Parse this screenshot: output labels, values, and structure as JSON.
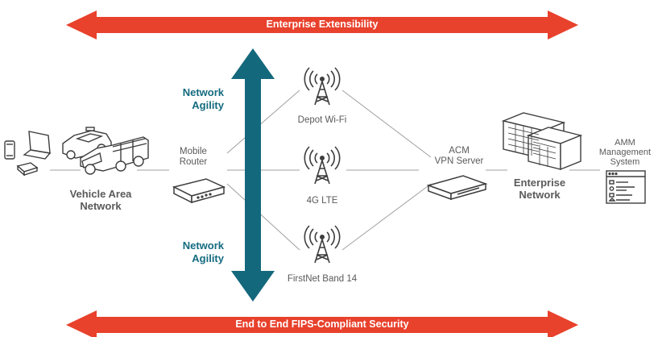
{
  "arrows": {
    "top": "Enterprise Extensibility",
    "bottom": "End to End FIPS-Compliant Security"
  },
  "agility": {
    "top_line1": "Network",
    "top_line2": "Agility",
    "bottom_line1": "Network",
    "bottom_line2": "Agility"
  },
  "nodes": {
    "vehicle_area_line1": "Vehicle Area",
    "vehicle_area_line2": "Network",
    "mobile_router_line1": "Mobile",
    "mobile_router_line2": "Router",
    "depot_wifi": "Depot Wi-Fi",
    "lte": "4G LTE",
    "firstnet": "FirstNet Band 14",
    "acm_line1": "ACM",
    "acm_line2": "VPN Server",
    "enterprise_line1": "Enterprise",
    "enterprise_line2": "Network",
    "amm_line1": "AMM",
    "amm_line2": "Management",
    "amm_line3": "System"
  },
  "colors": {
    "horizontal_arrow": "#e8412c",
    "vertical_arrow": "#14687c",
    "agility_text": "#146b7f",
    "line": "#9a9a9a"
  }
}
